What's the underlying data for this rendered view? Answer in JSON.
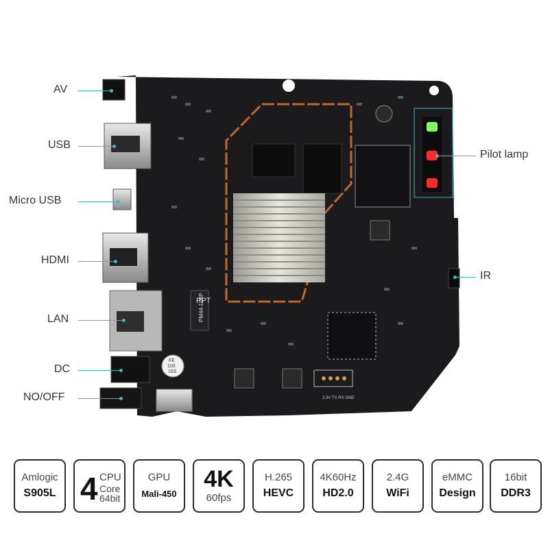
{
  "callouts": {
    "av": "AV",
    "usb": "USB",
    "micro_usb": "Micro USB",
    "hdmi": "HDMI",
    "lan": "LAN",
    "dc": "DC",
    "on_off": "NO/OFF",
    "pilot_lamp": "Pilot lamp",
    "ir": "IR"
  },
  "board_text": {
    "ppt": "PPT",
    "chip": "PM44-11BP",
    "cap1": "FE",
    "cap2": "100",
    "cap3": "16S",
    "pins": "3.3V TX RX GND"
  },
  "specs": [
    {
      "line1": "Amlogic",
      "line2": "S905L"
    },
    {
      "big": "4",
      "sm1": "CPU",
      "sm2": "Core",
      "sm3": "64bit"
    },
    {
      "line1": "GPU",
      "line2": "Mali-450"
    },
    {
      "big": "4K",
      "sub": "60fps"
    },
    {
      "line1": "H.265",
      "line2": "HEVC"
    },
    {
      "line1": "4K60Hz",
      "line2": "HD2.0"
    },
    {
      "line1": "2.4G",
      "line2": "WiFi"
    },
    {
      "line1": "eMMC",
      "line2": "Design"
    },
    {
      "line1": "16bit",
      "line2": "DDR3"
    }
  ],
  "colors": {
    "board": "#1b1b1d",
    "accent_line": "#3fb8c4",
    "trace": "#c0692a",
    "led_green": "#7cff5c",
    "led_red": "#ff2b2b"
  }
}
